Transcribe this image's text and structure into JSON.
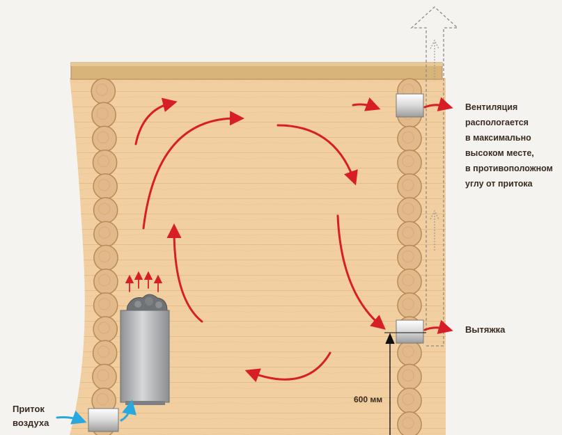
{
  "labels": {
    "ventilation": [
      "Вентиляция",
      "распологается",
      "в максимально",
      "высоком месте,",
      "в противоположном",
      "углу от притока"
    ],
    "exhaust": "Вытяжка",
    "inlet": [
      "Приток",
      "воздуха"
    ],
    "height": "600 мм"
  },
  "colors": {
    "wood": "#f1cfa1",
    "plank": "#d3b07a",
    "log": "#e2b98a",
    "arrow_red": "#d71e26",
    "arrow_blue": "#29a8e0",
    "stove": "#a9abad"
  }
}
